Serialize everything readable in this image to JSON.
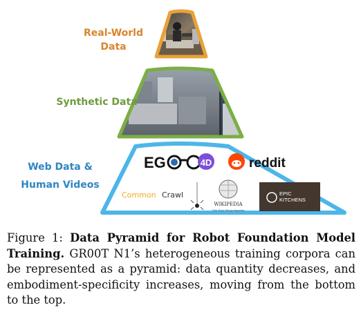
{
  "figure": {
    "tiers": [
      {
        "label": "Real-World Data",
        "color": "#D9852B"
      },
      {
        "label": "Synthetic Data",
        "color": "#6E9A3D"
      },
      {
        "label_line1": "Web Data &",
        "label_line2": "Human Videos",
        "color": "#2E86C1"
      }
    ],
    "logos": {
      "ego4d_prefix": "EG",
      "ego4d_badge": "4D",
      "reddit": "reddit",
      "common_crawl_a": "Common",
      "common_crawl_b": "Crawl",
      "wikipedia": "WIKIPEDIA",
      "wikipedia_tagline": "The Free Encyclopedia",
      "epic_line1": "EPIC",
      "epic_line2": "KITCHENS"
    },
    "colors": {
      "real_outline": "#E8A23A",
      "synthetic_outline": "#7BAE45",
      "web_outline": "#4DB6E8",
      "reddit": "#FF4500",
      "ego4d_purple": "#7B4FD9"
    }
  },
  "caption": {
    "prefix": "Figure 1: ",
    "title": "Data Pyramid for Robot Foundation Model Training.",
    "body": " GR00T N1’s heterogeneous training corpora can be represented as a pyramid: data quantity decreases, and embodiment-specificity increases, moving from the bottom to the top."
  }
}
